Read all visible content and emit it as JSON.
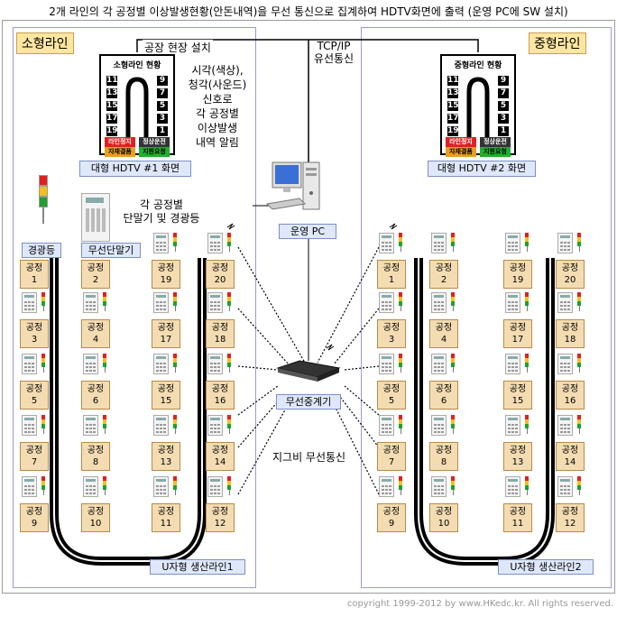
{
  "title": "2개 라인의 각 공정별 이상발생현황(안돈내역)을 무선 통신으로 집계하여 HDTV화면에 출력 (운영 PC에 SW 설치)",
  "left_line": {
    "name": "소형라인",
    "tv_title": "소형라인 현황",
    "tv_caption": "대형 HDTV #1 화면",
    "uline_label": "U자형 생산라인1"
  },
  "right_line": {
    "name": "중형라인",
    "tv_title": "중형라인 현황",
    "tv_caption": "대형 HDTV #2 화면",
    "uline_label": "U자형 생산라인2"
  },
  "tv_numbers_left": [
    "11",
    "13",
    "15",
    "17",
    "19"
  ],
  "tv_numbers_right": [
    "9",
    "7",
    "5",
    "3",
    "1"
  ],
  "tv_status": [
    "라인정지",
    "정상운전",
    "자재결품",
    "지원요청"
  ],
  "colors": {
    "stop": "#e02020",
    "normal": "#333333",
    "material": "#e8a020",
    "support": "#20b030",
    "station_fill": "#f4dcb2",
    "caption_fill": "#dfe8fb",
    "line_tag": "#fde6a0"
  },
  "factory_label": "공장 현장 설치",
  "network_label": [
    "TCP/IP",
    "유선통신"
  ],
  "alert_text": [
    "시각(색상),",
    "청각(사운드)",
    "신호로",
    "각 공정별",
    "이상발생",
    "내역 알림"
  ],
  "pc_label": "운영 PC",
  "terminal_text": [
    "각 공정별",
    "단말기 및 경광등"
  ],
  "signal_lamp_label": "경광등",
  "terminal_label": "무선단말기",
  "repeater_label": "무선중계기",
  "zigbee_label": "지그비 무선통신",
  "station_word": "공정",
  "stations": {
    "col1": [
      "1",
      "3",
      "5",
      "7",
      "9"
    ],
    "col2": [
      "2",
      "4",
      "6",
      "8",
      "10"
    ],
    "col3": [
      "19",
      "17",
      "15",
      "13",
      "11"
    ],
    "col4": [
      "20",
      "18",
      "16",
      "14",
      "12"
    ]
  },
  "copyright": "copyright 1999-2012 by www.HKedc.kr. All rights reserved."
}
